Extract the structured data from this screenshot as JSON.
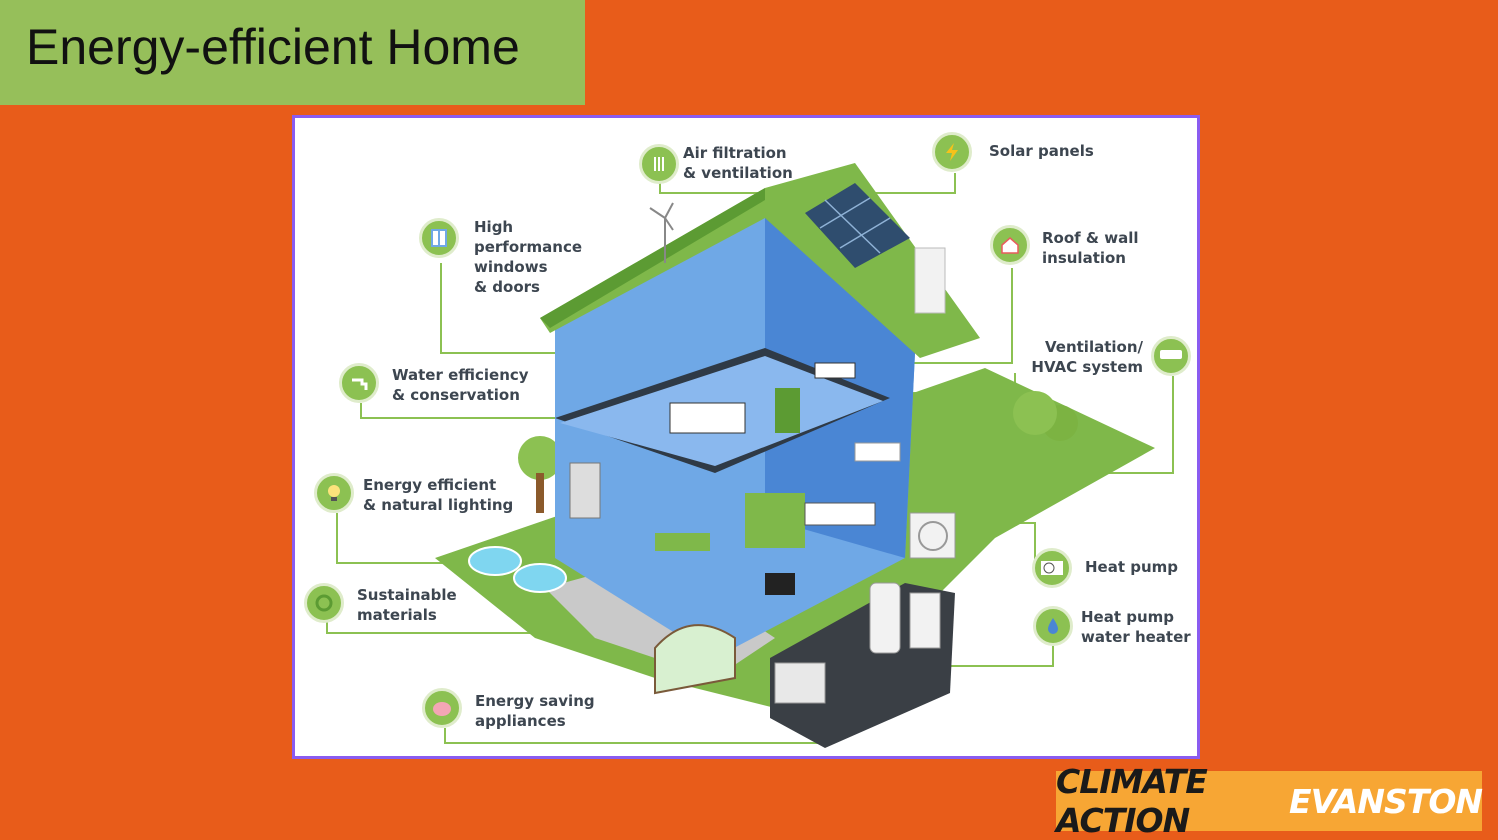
{
  "title": "Energy-efficient Home",
  "labels": {
    "air": "Air filtration\n& ventilation",
    "solar": "Solar panels",
    "windows": "High\nperformance\nwindows\n& doors",
    "roof": "Roof & wall\ninsulation",
    "water": "Water efficiency\n& conservation",
    "hvac": "Ventilation/\nHVAC system",
    "lighting": "Energy efficient\n& natural lighting",
    "heatpump": "Heat pump",
    "materials": "Sustainable\nmaterials",
    "heater": "Heat pump\nwater heater",
    "appliances": "Energy saving\nappliances"
  },
  "logo": {
    "part1": "CLIMATE ACTION",
    "part2": "EVANSTON"
  },
  "colors": {
    "background": "#e85c1a",
    "title_box": "#96bf5a",
    "accent_green": "#8cc152",
    "frame": "#8a5cf0",
    "logo_bg": "#f7a634"
  }
}
